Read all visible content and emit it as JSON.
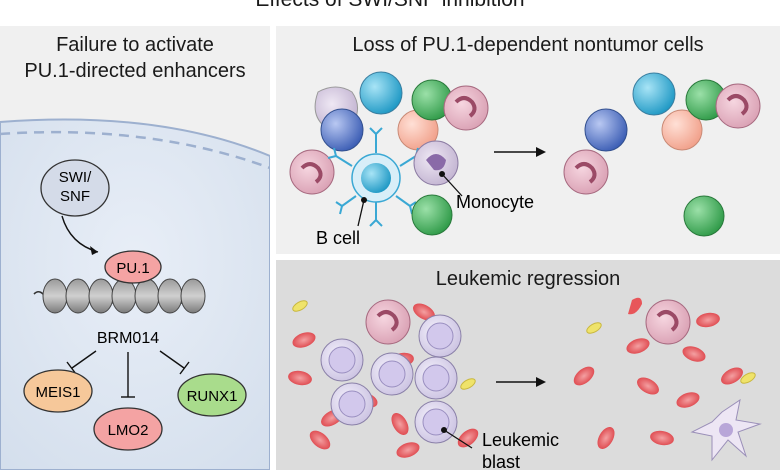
{
  "main_title": "Effects of SWI/SNF inhibition",
  "left_panel": {
    "title_line1": "Failure to activate",
    "title_line2": "PU.1-directed enhancers",
    "swisnf_line1": "SWI/",
    "swisnf_line2": "SNF",
    "pu1": "PU.1",
    "compound": "BRM014",
    "targets": [
      "MEIS1",
      "LMO2",
      "RUNX1"
    ]
  },
  "top_right_panel": {
    "title": "Loss of PU.1-dependent nontumor cells",
    "label_monocyte": "Monocyte",
    "label_bcell": "B cell"
  },
  "bottom_right_panel": {
    "title": "Leukemic regression",
    "label_blast_line1": "Leukemic",
    "label_blast_line2": "blast"
  },
  "colors": {
    "panel_bg": "#f0f0f0",
    "bottom_bg": "#dcdcdc",
    "nucleus": "#dce6f2",
    "pu1": "#f4a3a3",
    "meis1": "#f6c89a",
    "lmo2": "#f4a3a3",
    "runx1": "#a9dc8c",
    "swisnf": "#d4dbe8",
    "rbc": "#e8565a",
    "blast": "#d8d2ec",
    "green_cell": "#3fae58",
    "cyan_cell": "#35aed6",
    "blue_cell": "#4a6fc4",
    "peach_cell": "#f6b4a0"
  }
}
